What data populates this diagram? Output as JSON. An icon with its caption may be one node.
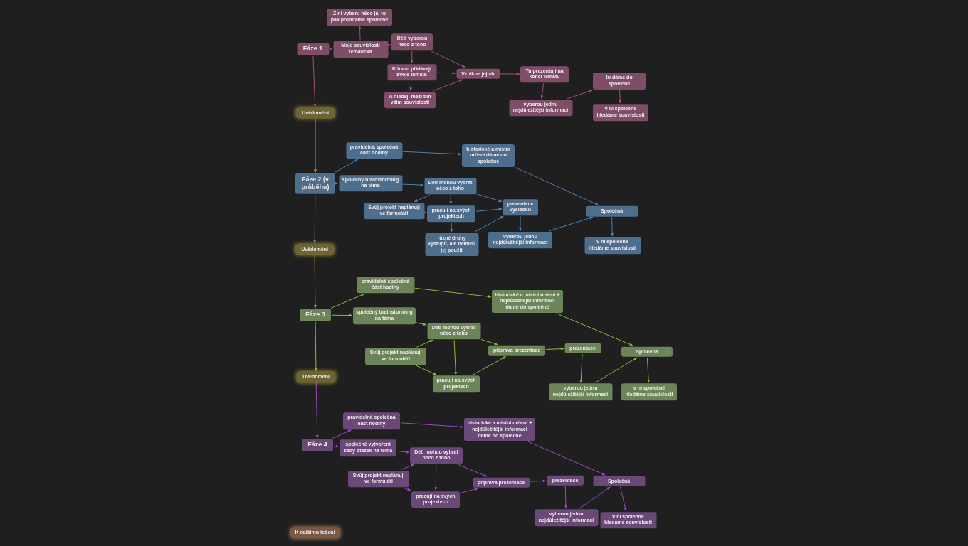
{
  "diagram": {
    "nodes": [
      {
        "text": [
          "Fáze 1"
        ]
      },
      {
        "text": [
          "Z ní vyberu něco já, to pak probíráme společně"
        ]
      },
      {
        "text": [
          "Moje souvislosti tematická"
        ]
      },
      {
        "text": [
          "Děti vyberou něco z toho"
        ]
      },
      {
        "text": [
          "K tomu přidávají svoje témata"
        ]
      },
      {
        "text": [
          "A hledají mezi tím vším souvislosti"
        ]
      },
      {
        "text": [
          "Vznikne jejich"
        ]
      },
      {
        "text": [
          "Tu prezentují na konci tématu"
        ]
      },
      {
        "text": [
          "vyberou jednu nejdůležitější informaci"
        ]
      },
      {
        "text": [
          "tu dáme do společné"
        ]
      },
      {
        "text": [
          "v ní společně hledáme souvislosti"
        ]
      },
      {
        "text": [
          "Uvědomění"
        ]
      },
      {
        "text": [
          "Fáze 2 (v průběhu)"
        ]
      },
      {
        "text": [
          "pravidelná společná část hodiny"
        ]
      },
      {
        "text": [
          "historické a místní určení dáme do společné"
        ]
      },
      {
        "text": [
          "společný brainstorming na téma"
        ]
      },
      {
        "text": [
          "Děti mohou vybrat něco z toho"
        ]
      },
      {
        "text": [
          "Svůj projekt naplánují ve formuláři"
        ]
      },
      {
        "text": [
          "pracují na svých projektech"
        ]
      },
      {
        "text": [
          "prezentace výsledku"
        ]
      },
      {
        "text": [
          "různé druhy výstupů, ale nemusí jej použít"
        ]
      },
      {
        "text": [
          "vyberou jednu nejdůležitější informaci"
        ]
      },
      {
        "text": [
          "Společná"
        ]
      },
      {
        "text": [
          "v ní společně hledáme souvislosti"
        ]
      },
      {
        "text": [
          "Uvědomění"
        ]
      },
      {
        "text": [
          "Fáze 3"
        ]
      },
      {
        "text": [
          "pravidelná společná část hodiny"
        ]
      },
      {
        "text": [
          "historické a místní určení + nejdůležitější informaci dáme do společné"
        ]
      },
      {
        "text": [
          "společný brainstorming na téma"
        ]
      },
      {
        "text": [
          "Děti mohou vybrat něco z toho"
        ]
      },
      {
        "text": [
          "Svůj projekt naplánují ve formuláři"
        ]
      },
      {
        "text": [
          "pracují na svých projektech"
        ]
      },
      {
        "text": [
          "příprava prezentace"
        ]
      },
      {
        "text": [
          "prezentace"
        ]
      },
      {
        "text": [
          "Společná"
        ]
      },
      {
        "text": [
          "vyberou jednu nejdůležitější informaci"
        ]
      },
      {
        "text": [
          "v ní společně hledáme souvislosti"
        ]
      },
      {
        "text": [
          "Uvědomění"
        ]
      },
      {
        "text": [
          "Fáze 4"
        ]
      },
      {
        "text": [
          "pravidelná společná část hodiny"
        ]
      },
      {
        "text": [
          "historické a místní určení + nejdůležitější informaci dáme do společné"
        ]
      },
      {
        "text": [
          "společné vytvoření sady otázek na téma"
        ]
      },
      {
        "text": [
          "Děti mohou vybrat něco z toho"
        ]
      },
      {
        "text": [
          "Svůj projekt naplánují ve formuláři"
        ]
      },
      {
        "text": [
          "pracují na svých projektech"
        ]
      },
      {
        "text": [
          "příprava prezentace"
        ]
      },
      {
        "text": [
          "prezentace"
        ]
      },
      {
        "text": [
          "Společná"
        ]
      },
      {
        "text": [
          "vyberou jednu nejdůležitější informaci"
        ]
      },
      {
        "text": [
          "v ní společně hledáme souvislosti"
        ]
      },
      {
        "text": [
          "K dalšímu řešení"
        ]
      }
    ],
    "edges": [
      {
        "from": 0,
        "to": 2,
        "arrow": "to",
        "color": "#a04f7c"
      },
      {
        "from": 2,
        "to": 1,
        "arrow": "to",
        "color": "#a04f7c"
      },
      {
        "from": 2,
        "to": 3,
        "arrow": "to",
        "color": "#a04f7c"
      },
      {
        "from": 3,
        "to": 4,
        "arrow": "to",
        "color": "#a04f7c"
      },
      {
        "from": 4,
        "to": 5,
        "arrow": "to",
        "color": "#a04f7c"
      },
      {
        "from": 3,
        "to": 6,
        "arrow": "to",
        "color": "#a04f7c"
      },
      {
        "from": 4,
        "to": 6,
        "arrow": "to",
        "color": "#a04f7c"
      },
      {
        "from": 5,
        "to": 6,
        "arrow": "to",
        "color": "#a04f7c"
      },
      {
        "from": 6,
        "to": 7,
        "arrow": "to",
        "color": "#a04f7c"
      },
      {
        "from": 7,
        "to": 8,
        "arrow": "to",
        "color": "#a04f7c"
      },
      {
        "from": 8,
        "to": 9,
        "arrow": "to",
        "color": "#a04f7c"
      },
      {
        "from": 9,
        "to": 10,
        "arrow": "to",
        "color": "#a04f7c"
      },
      {
        "from": 0,
        "to": 11,
        "arrow": "to",
        "color": "#a04f7c"
      },
      {
        "from": 11,
        "to": 12,
        "arrow": "to",
        "color": "#b8963a"
      },
      {
        "from": 12,
        "to": 13,
        "arrow": "to"
      },
      {
        "from": 12,
        "to": 15,
        "arrow": "to"
      },
      {
        "from": 13,
        "to": 14,
        "arrow": "to"
      },
      {
        "from": 14,
        "to": 22,
        "arrow": "to"
      },
      {
        "from": 15,
        "to": 16,
        "arrow": "to"
      },
      {
        "from": 16,
        "to": 17,
        "arrow": "to"
      },
      {
        "from": 17,
        "to": 18,
        "arrow": "to"
      },
      {
        "from": 16,
        "to": 18,
        "arrow": "to"
      },
      {
        "from": 18,
        "to": 20,
        "arrow": "to"
      },
      {
        "from": 16,
        "to": 19,
        "arrow": "to"
      },
      {
        "from": 18,
        "to": 19,
        "arrow": "to"
      },
      {
        "from": 20,
        "to": 19,
        "arrow": "to"
      },
      {
        "from": 19,
        "to": 21,
        "arrow": "to"
      },
      {
        "from": 21,
        "to": 22,
        "arrow": "to"
      },
      {
        "from": 22,
        "to": 23,
        "arrow": "to"
      },
      {
        "from": 12,
        "to": 24,
        "arrow": "to"
      },
      {
        "from": 24,
        "to": 25,
        "arrow": "to",
        "color": "#b8963a"
      },
      {
        "from": 25,
        "to": 26,
        "arrow": "to",
        "color": "#8bb83c"
      },
      {
        "from": 25,
        "to": 28,
        "arrow": "to",
        "color": "#8bb83c"
      },
      {
        "from": 26,
        "to": 27,
        "arrow": "to",
        "color": "#8bb83c"
      },
      {
        "from": 27,
        "to": 34,
        "arrow": "to",
        "color": "#8bb83c"
      },
      {
        "from": 28,
        "to": 29,
        "arrow": "to",
        "color": "#8bb83c"
      },
      {
        "from": 30,
        "to": 29,
        "arrow": "to",
        "color": "#8bb83c"
      },
      {
        "from": 30,
        "to": 31,
        "arrow": "to",
        "color": "#8bb83c"
      },
      {
        "from": 29,
        "to": 31,
        "arrow": "to",
        "color": "#8bb83c"
      },
      {
        "from": 29,
        "to": 32,
        "arrow": "to",
        "color": "#8bb83c"
      },
      {
        "from": 31,
        "to": 32,
        "arrow": "to",
        "color": "#8bb83c"
      },
      {
        "from": 32,
        "to": 33,
        "arrow": "to",
        "color": "#8bb83c"
      },
      {
        "from": 33,
        "to": 35,
        "arrow": "to",
        "color": "#8bb83c"
      },
      {
        "from": 35,
        "to": 34,
        "arrow": "to",
        "color": "#8bb83c"
      },
      {
        "from": 34,
        "to": 36,
        "arrow": "to",
        "color": "#8bb83c"
      },
      {
        "from": 25,
        "to": 37,
        "arrow": "to",
        "color": "#8bb83c"
      },
      {
        "from": 37,
        "to": 38,
        "arrow": "to",
        "color": "#9b48c2"
      },
      {
        "from": 38,
        "to": 39,
        "arrow": "to",
        "color": "#9b48c2"
      },
      {
        "from": 38,
        "to": 41,
        "arrow": "to",
        "color": "#9b48c2"
      },
      {
        "from": 39,
        "to": 40,
        "arrow": "to",
        "color": "#9b48c2"
      },
      {
        "from": 40,
        "to": 47,
        "arrow": "to",
        "color": "#9b48c2"
      },
      {
        "from": 41,
        "to": 42,
        "arrow": "to",
        "color": "#9b48c2"
      },
      {
        "from": 43,
        "to": 42,
        "arrow": "to",
        "color": "#9b48c2"
      },
      {
        "from": 43,
        "to": 44,
        "arrow": "to",
        "color": "#9b48c2"
      },
      {
        "from": 42,
        "to": 44,
        "arrow": "to",
        "color": "#9b48c2"
      },
      {
        "from": 42,
        "to": 45,
        "arrow": "to",
        "color": "#9b48c2"
      },
      {
        "from": 44,
        "to": 45,
        "arrow": "to",
        "color": "#9b48c2"
      },
      {
        "from": 45,
        "to": 46,
        "arrow": "to",
        "color": "#9b48c2"
      },
      {
        "from": 46,
        "to": 48,
        "arrow": "to",
        "color": "#9b48c2"
      },
      {
        "from": 48,
        "to": 47,
        "arrow": "to",
        "color": "#9b48c2"
      },
      {
        "from": 47,
        "to": 49,
        "arrow": "to",
        "color": "#9b48c2"
      }
    ]
  }
}
